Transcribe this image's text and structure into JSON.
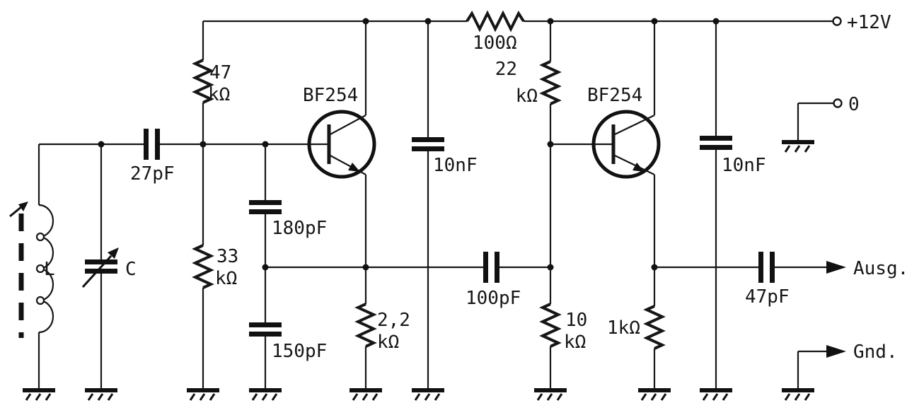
{
  "diagram": {
    "type": "circuit-schematic",
    "stroke_color": "#161616",
    "background": "#ffffff",
    "terminals": {
      "supply": "+12V",
      "zero": "0",
      "output": "Ausg.",
      "ground": "Gnd."
    },
    "components": {
      "inductor_l": "L",
      "varcap_c": "C",
      "cap_in": "27pF",
      "res_47k": {
        "value": "47",
        "unit": "kΩ"
      },
      "res_33k": {
        "value": "33",
        "unit": "kΩ"
      },
      "cap_180pf": "180pF",
      "cap_150pf": "150pF",
      "transistor_q1": "BF254",
      "res_2k2": {
        "value": "2,2",
        "unit": "kΩ"
      },
      "cap_bypass1": "10nF",
      "res_100": "100Ω",
      "res_22k": {
        "value": "22",
        "unit": "kΩ"
      },
      "transistor_q2": "BF254",
      "res_10k": {
        "value": "10",
        "unit": "kΩ"
      },
      "res_1k": "1kΩ",
      "cap_bypass2": "10nF",
      "cap_coupling": "100pF",
      "cap_out": "47pF"
    }
  }
}
